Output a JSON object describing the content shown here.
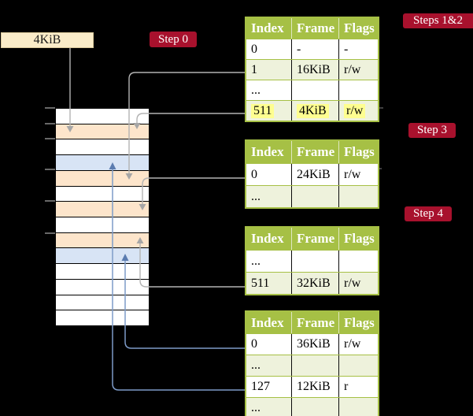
{
  "legend_box": {
    "label": "4KiB"
  },
  "badges": {
    "step0": "Step 0",
    "steps12": "Steps 1&2",
    "step3": "Step 3",
    "step4": "Step 4"
  },
  "memory": {
    "rows": [
      {
        "fill": "#ffffff"
      },
      {
        "fill": "#fde5cb"
      },
      {
        "fill": "#ffffff"
      },
      {
        "fill": "#d8e4f5"
      },
      {
        "fill": "#fde5cb"
      },
      {
        "fill": "#ffffff"
      },
      {
        "fill": "#fde5cb"
      },
      {
        "fill": "#ffffff"
      },
      {
        "fill": "#fde5cb"
      },
      {
        "fill": "#d8e4f5"
      },
      {
        "fill": "#ffffff"
      },
      {
        "fill": "#ffffff"
      },
      {
        "fill": "#ffffff"
      },
      {
        "fill": "#ffffff"
      }
    ]
  },
  "tables": [
    {
      "headers": [
        "Index",
        "Frame",
        "Flags"
      ],
      "rows": [
        {
          "cells": [
            "0",
            "-",
            "-"
          ]
        },
        {
          "cells": [
            "1",
            "16KiB",
            "r/w"
          ]
        },
        {
          "cells": [
            "...",
            "",
            ""
          ]
        },
        {
          "cells": [
            "511",
            "4KiB",
            "r/w"
          ],
          "highlight": true
        }
      ]
    },
    {
      "headers": [
        "Index",
        "Frame",
        "Flags"
      ],
      "rows": [
        {
          "cells": [
            "0",
            "24KiB",
            "r/w"
          ]
        },
        {
          "cells": [
            "...",
            "",
            ""
          ]
        }
      ]
    },
    {
      "headers": [
        "Index",
        "Frame",
        "Flags"
      ],
      "rows": [
        {
          "cells": [
            "...",
            "",
            ""
          ]
        },
        {
          "cells": [
            "511",
            "32KiB",
            "r/w"
          ]
        }
      ]
    },
    {
      "headers": [
        "Index",
        "Frame",
        "Flags"
      ],
      "rows": [
        {
          "cells": [
            "0",
            "36KiB",
            "r/w"
          ]
        },
        {
          "cells": [
            "...",
            "",
            ""
          ]
        },
        {
          "cells": [
            "127",
            "12KiB",
            "r"
          ]
        },
        {
          "cells": [
            "...",
            "",
            ""
          ]
        }
      ]
    }
  ],
  "colors": {
    "bg": "#000000",
    "cream": "#faecc9",
    "creamBorder": "#d8c79a",
    "crimson": "#a8112d",
    "green": "#a6c045",
    "greenLight": "#eef2dc",
    "highlight": "#fefe90",
    "rowOrange": "#fde5cb",
    "rowBlue": "#d8e4f5",
    "arrowGray": "#b3b3b3",
    "arrowGrayHead": "#a6a6a6",
    "arrowBlue": "#7d9bc8",
    "arrowBlueHead": "#5b7cb0",
    "tick": "#8a8a8a",
    "stub": "#555555"
  }
}
